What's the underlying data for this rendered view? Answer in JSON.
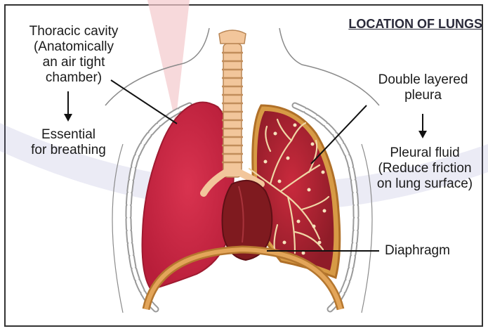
{
  "title": "LOCATION OF LUNGS",
  "thoracic": {
    "line1": "Thoracic cavity",
    "line2": "(Anatomically",
    "line3": "an air tight",
    "line4": "chamber)"
  },
  "essential": {
    "line1": "Essential",
    "line2": "for breathing"
  },
  "pleura": {
    "line1": "Double layered",
    "line2": "pleura"
  },
  "pleural_fluid": {
    "line1": "Pleural fluid",
    "line2": "(Reduce friction",
    "line3": "on lung surface)"
  },
  "diaphragm": "Diaphragm"
}
